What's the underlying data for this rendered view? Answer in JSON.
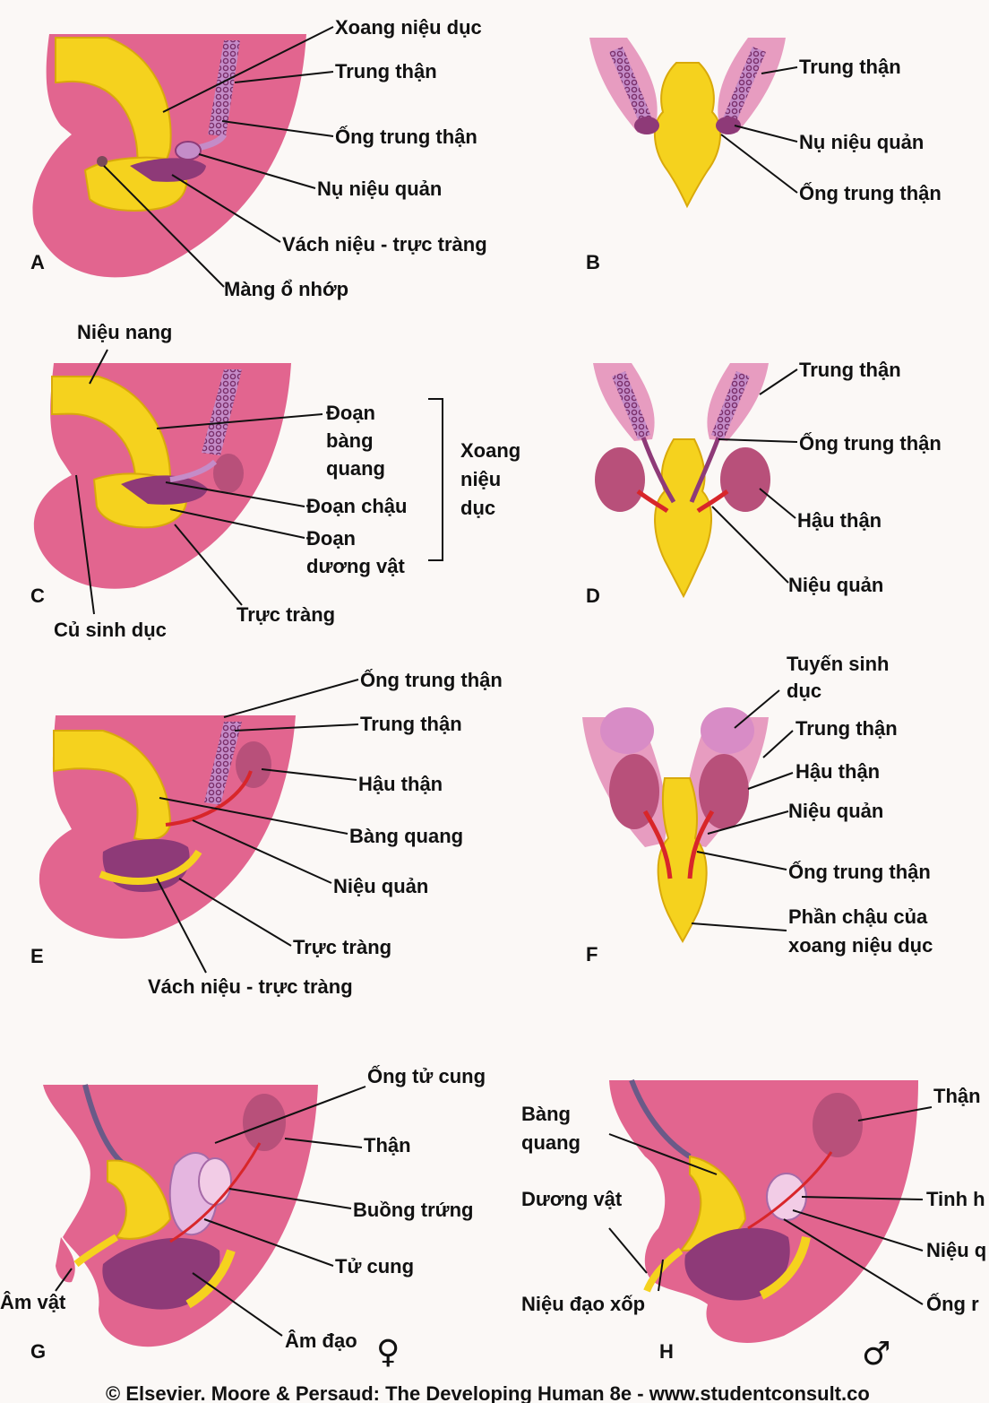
{
  "colors": {
    "body_pink": "#e2658f",
    "dark_pink": "#c94a78",
    "light_pink": "#f0a4c4",
    "yellow": "#f5d21e",
    "yellow_edge": "#d9a90b",
    "purple": "#8e3a78",
    "lavender": "#c48cc8",
    "kidney": "#b8507a",
    "red": "#d8262a"
  },
  "panels": {
    "A": {
      "letter": "A",
      "labels": {
        "xoang_nieu_duc": "Xoang niệu dục",
        "trung_than": "Trung thận",
        "ong_trung_than": "Ống trung thận",
        "nu_nieu_quan": "Nụ niệu quản",
        "vach_nieu_truc_trang": "Vách niệu - trực tràng",
        "mang_o_nhop": "Màng ổ nhớp"
      }
    },
    "B": {
      "letter": "B",
      "labels": {
        "trung_than": "Trung thận",
        "nu_nieu_quan": "Nụ niệu quản",
        "ong_trung_than": "Ống trung thận"
      }
    },
    "C": {
      "letter": "C",
      "labels": {
        "nieu_nang": "Niệu nang",
        "doan_bang_quang_1": "Đoạn",
        "doan_bang_quang_2": "bàng",
        "doan_bang_quang_3": "quang",
        "doan_chau": "Đoạn chậu",
        "doan_duong_vat_1": "Đoạn",
        "doan_duong_vat_2": "dương vật",
        "xoang_1": "Xoang",
        "xoang_2": "niệu",
        "xoang_3": "dục",
        "cu_sinh_duc": "Củ sinh dục",
        "truc_trang": "Trực tràng"
      }
    },
    "D": {
      "letter": "D",
      "labels": {
        "trung_than": "Trung thận",
        "ong_trung_than": "Ống trung thận",
        "hau_than": "Hậu thận",
        "nieu_quan": "Niệu quản"
      }
    },
    "E": {
      "letter": "E",
      "labels": {
        "ong_trung_than": "Ống trung thận",
        "trung_than": "Trung thận",
        "hau_than": "Hậu thận",
        "bang_quang": "Bàng quang",
        "nieu_quan": "Niệu quản",
        "truc_trang": "Trực tràng",
        "vach_nieu_truc_trang": "Vách niệu - trực tràng"
      }
    },
    "F": {
      "letter": "F",
      "labels": {
        "tuyen_sinh_duc_1": "Tuyến sinh",
        "tuyen_sinh_duc_2": "dục",
        "trung_than": "Trung thận",
        "hau_than": "Hậu thận",
        "nieu_quan": "Niệu quản",
        "ong_trung_than": "Ống trung thận",
        "phan_chau_1": "Phần chậu của",
        "phan_chau_2": "xoang niệu dục"
      }
    },
    "G": {
      "letter": "G",
      "symbol": "♀",
      "labels": {
        "ong_tu_cung": "Ống tử cung",
        "than": "Thận",
        "buong_trung": "Buồng trứng",
        "tu_cung": "Tử cung",
        "am_vat": "Âm vật",
        "am_dao": "Âm đạo"
      }
    },
    "H": {
      "letter": "H",
      "symbol": "♂",
      "labels": {
        "than": "Thận",
        "bang_quang_1": "Bàng",
        "bang_quang_2": "quang",
        "duong_vat": "Dương vật",
        "tinh_hoan": "Tinh h",
        "nieu_quan": "Niệu q",
        "nieu_dao_xop": "Niệu đạo xốp",
        "ong_r": "Ống r"
      }
    }
  },
  "footer": "© Elsevier. Moore & Persaud: The Developing Human 8e - www.studentconsult.co"
}
